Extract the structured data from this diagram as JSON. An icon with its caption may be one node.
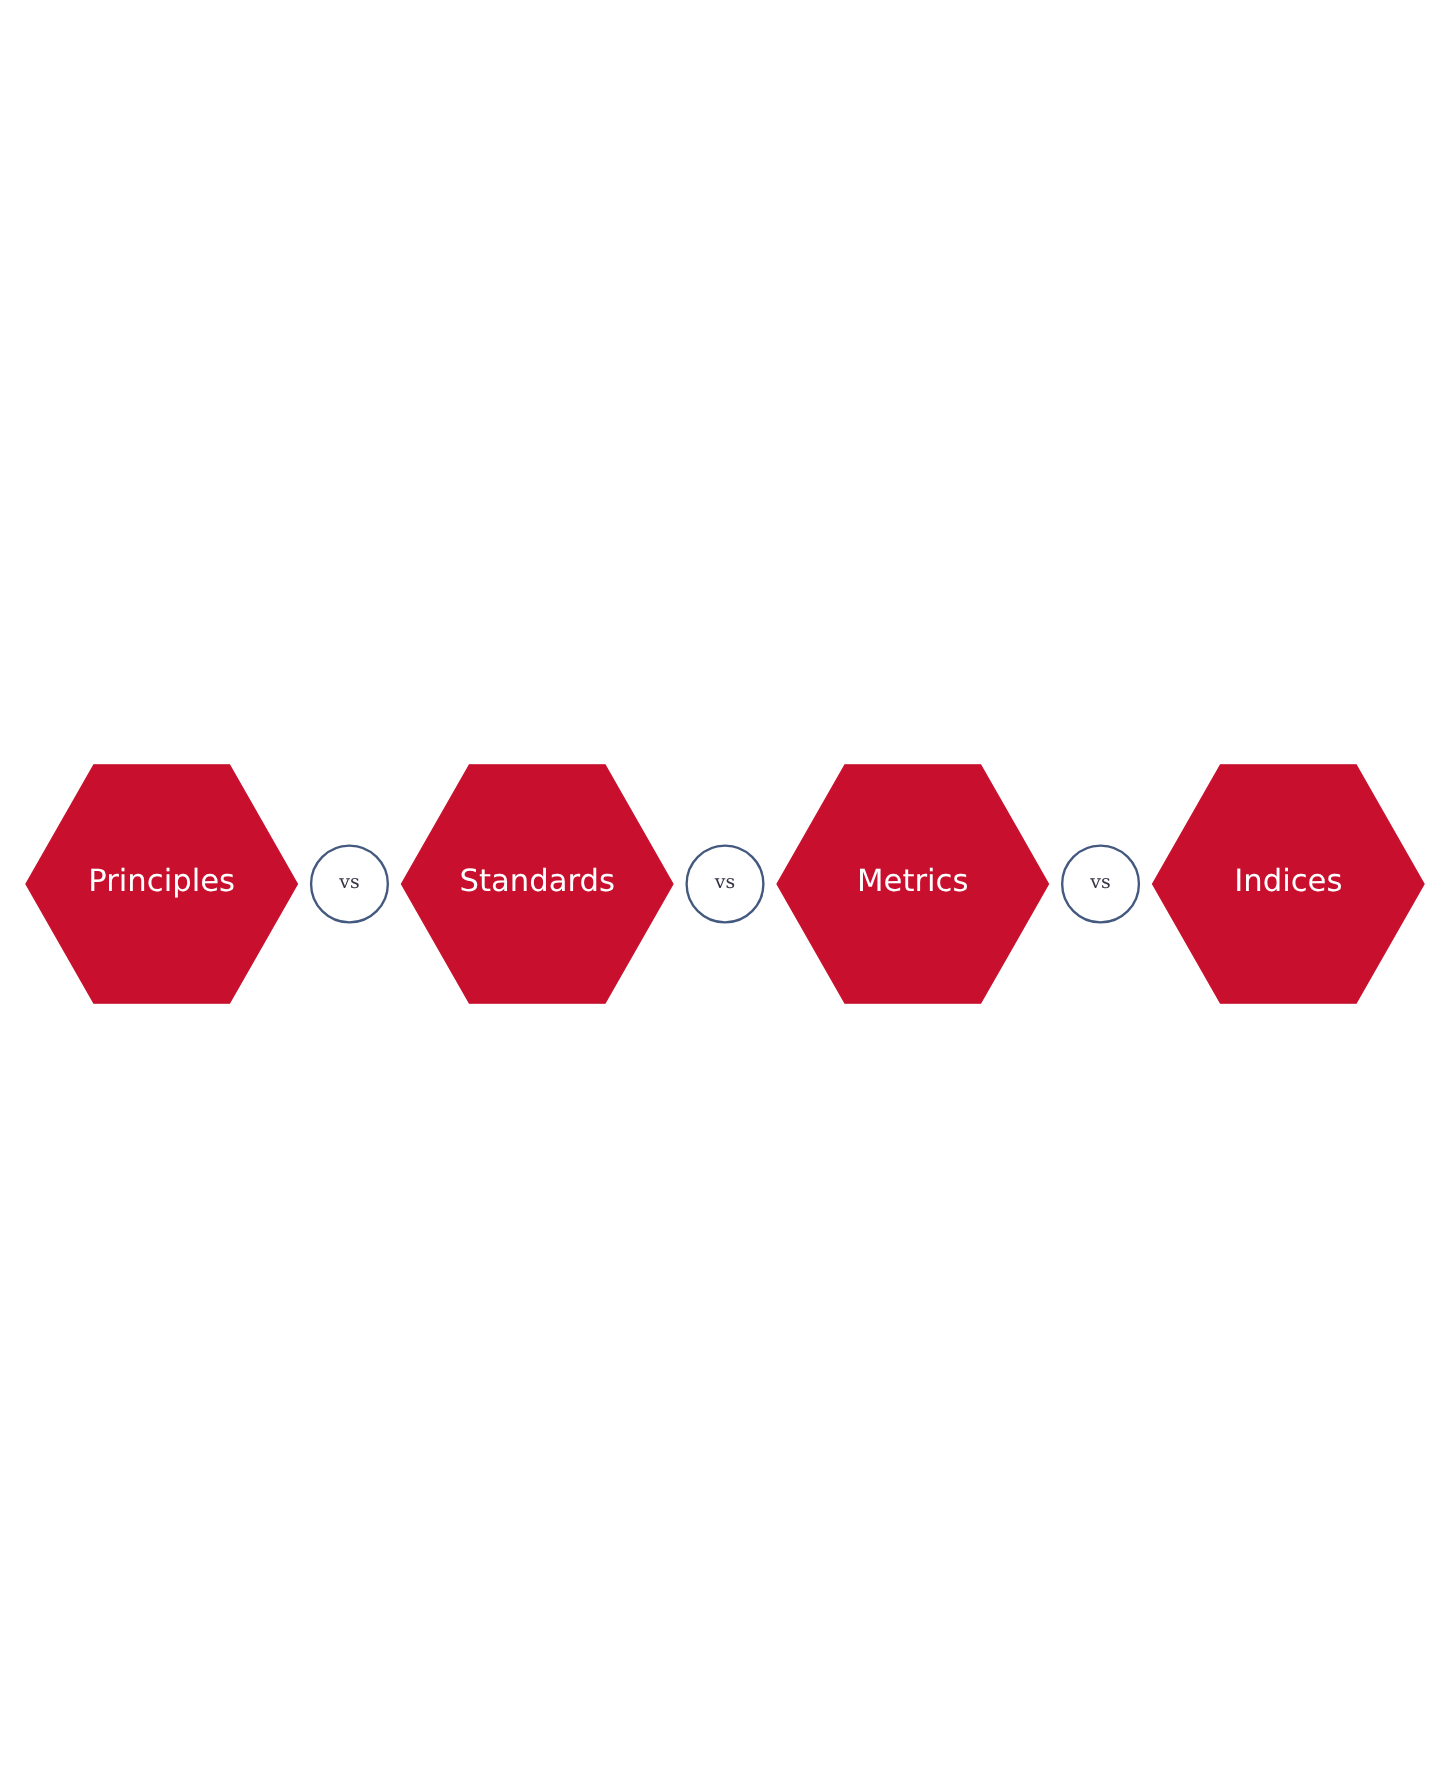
{
  "diagram": {
    "nodes": [
      {
        "text": [
          "Principles"
        ]
      },
      {
        "text": [
          "vs"
        ]
      },
      {
        "text": [
          "Standards"
        ]
      },
      {
        "text": [
          "vs"
        ]
      },
      {
        "text": [
          "Metrics"
        ]
      },
      {
        "text": [
          "vs"
        ]
      },
      {
        "text": [
          "Indices"
        ]
      }
    ]
  }
}
